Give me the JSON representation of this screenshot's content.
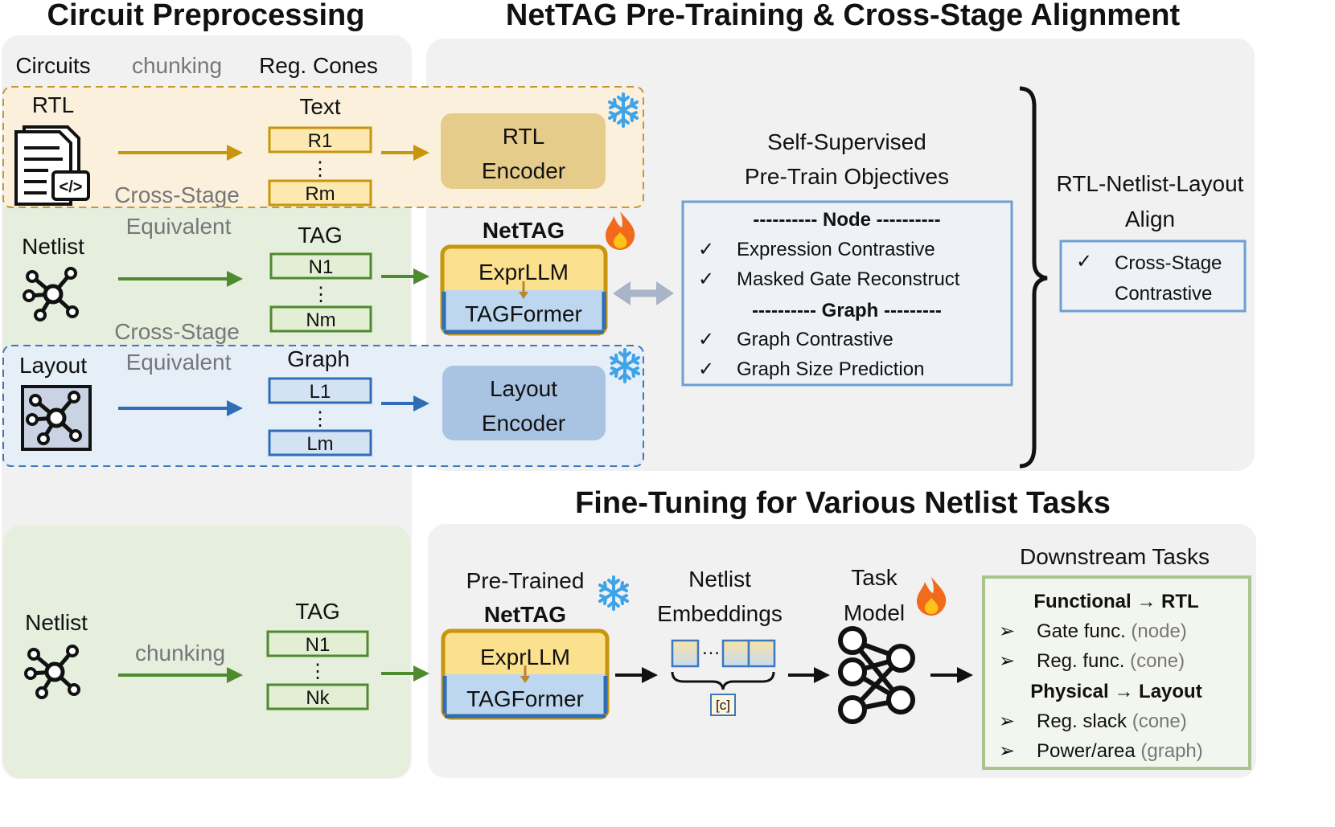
{
  "titles": {
    "preprocessing": "Circuit Preprocessing",
    "pretraining": "NetTAG Pre-Training & Cross-Stage Alignment",
    "finetuning": "Fine-Tuning for Various Netlist Tasks"
  },
  "preprocessing": {
    "col_circuits": "Circuits",
    "col_chunking": "chunking",
    "col_cones": "Reg. Cones",
    "rtl": {
      "label": "RTL",
      "type": "Text",
      "first": "R1",
      "dots": "⋮",
      "last": "Rm"
    },
    "netlist": {
      "label": "Netlist",
      "type": "TAG",
      "first": "N1",
      "dots": "⋮",
      "last": "Nm"
    },
    "layout": {
      "label": "Layout",
      "type": "Graph",
      "first": "L1",
      "dots": "⋮",
      "last": "Lm"
    },
    "cross_stage_1": "Cross-Stage",
    "equivalent_1": "Equivalent",
    "cross_stage_2": "Cross-Stage",
    "equivalent_2": "Equivalent"
  },
  "pretraining": {
    "rtl_encoder_line1": "RTL",
    "rtl_encoder_line2": "Encoder",
    "nettag_label": "NetTAG",
    "exprllm": "ExprLLM",
    "tagformer": "TAGFormer",
    "layout_encoder_line1": "Layout",
    "layout_encoder_line2": "Encoder",
    "objectives_title_1": "Self-Supervised",
    "objectives_title_2": "Pre-Train Objectives",
    "node_header": "---------- Node ----------",
    "node_items": [
      "Expression Contrastive",
      "Masked Gate Reconstruct"
    ],
    "graph_header": "---------- Graph ---------",
    "graph_items": [
      "Graph Contrastive",
      "Graph Size Prediction"
    ],
    "check": "✓",
    "align_title_1": "RTL-Netlist-Layout",
    "align_title_2": "Align",
    "align_item_1": "Cross-Stage",
    "align_item_2": "Contrastive"
  },
  "finetuning": {
    "netlist_label": "Netlist",
    "chunking": "chunking",
    "type": "TAG",
    "first": "N1",
    "dots": "⋮",
    "last": "Nk",
    "pretrained": "Pre-Trained",
    "nettag_label": "NetTAG",
    "exprllm": "ExprLLM",
    "tagformer": "TAGFormer",
    "embeddings_1": "Netlist",
    "embeddings_2": "Embeddings",
    "emb_dots": "…",
    "cls_token": "[c]",
    "task_1": "Task",
    "task_2": "Model",
    "downstream_title": "Downstream Tasks",
    "functional_header": "Functional → RTL",
    "functional_items": [
      {
        "name": "Gate func.",
        "scope": "(node)"
      },
      {
        "name": "Reg. func.",
        "scope": "(cone)"
      }
    ],
    "physical_header": "Physical → Layout",
    "physical_items": [
      {
        "name": "Reg. slack",
        "scope": "(cone)"
      },
      {
        "name": "Power/area",
        "scope": "(graph)"
      }
    ],
    "bullet": "➢"
  },
  "colors": {
    "rtl": "#c8960c",
    "netlist": "#4e8a2e",
    "layout": "#2f6eb5",
    "gold_fill": "#e6cc8a",
    "blue_fill": "#a9c4e3",
    "ice": "#3fa3e8",
    "fire": "#f26a1b"
  }
}
